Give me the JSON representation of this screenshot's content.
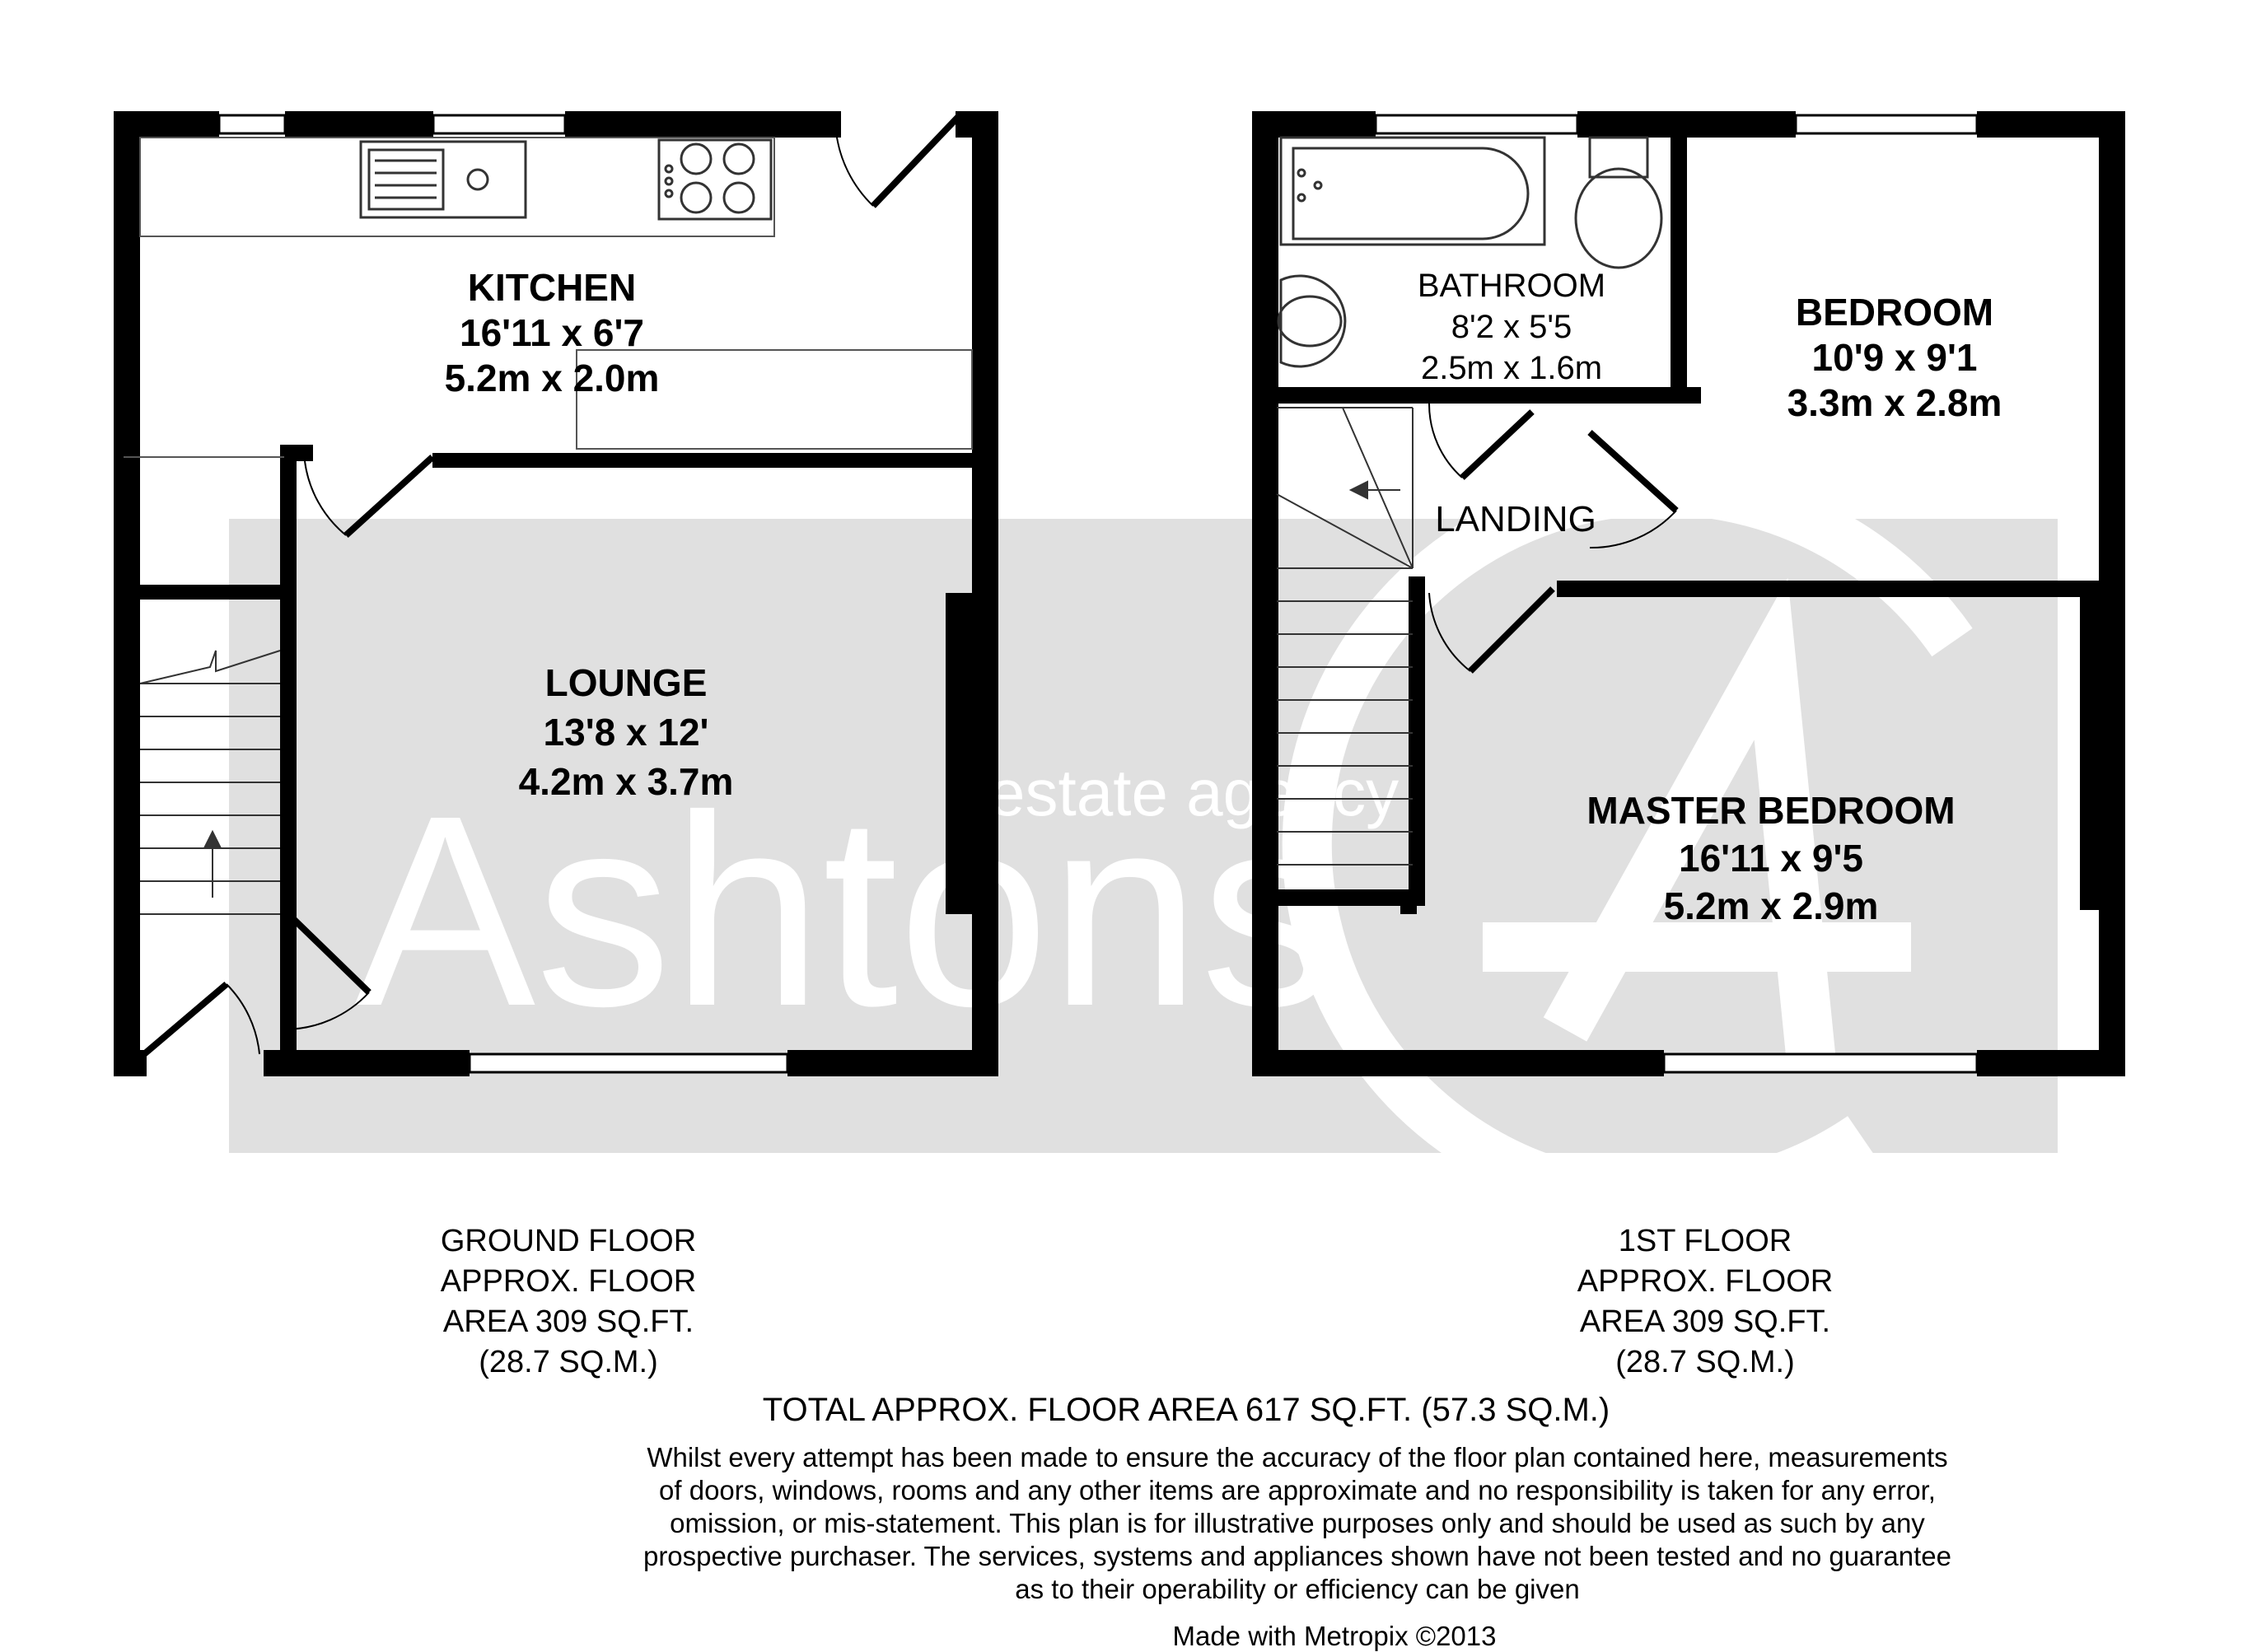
{
  "watermark": {
    "brand": "Ashtons",
    "tagline": "estate agency"
  },
  "ground_floor": {
    "rooms": [
      {
        "name": "KITCHEN",
        "size_imperial": "16'11 x 6'7",
        "size_metric": "5.2m x 2.0m"
      },
      {
        "name": "LOUNGE",
        "size_imperial": "13'8 x 12'",
        "size_metric": "4.2m x 3.7m"
      }
    ],
    "caption": [
      "GROUND FLOOR",
      "APPROX. FLOOR",
      "AREA 309 SQ.FT.",
      "(28.7 SQ.M.)"
    ]
  },
  "first_floor": {
    "rooms": [
      {
        "name": "BATHROOM",
        "size_imperial": "8'2 x 5'5",
        "size_metric": "2.5m x 1.6m"
      },
      {
        "name": "BEDROOM",
        "size_imperial": "10'9 x 9'1",
        "size_metric": "3.3m x 2.8m"
      },
      {
        "name": "LANDING"
      },
      {
        "name": "MASTER BEDROOM",
        "size_imperial": "16'11 x 9'5",
        "size_metric": "5.2m x 2.9m"
      }
    ],
    "caption": [
      "1ST FLOOR",
      "APPROX. FLOOR",
      "AREA 309 SQ.FT.",
      "(28.7 SQ.M.)"
    ]
  },
  "total_area": "TOTAL APPROX. FLOOR AREA 617 SQ.FT. (57.3 SQ.M.)",
  "disclaimer": [
    "Whilst every attempt has been made to ensure the accuracy of the floor plan contained here, measurements",
    "of doors, windows, rooms and any other items are approximate and no responsibility is taken for any error,",
    "omission, or mis-statement. This plan is for illustrative purposes only and should be used as such by any",
    "prospective purchaser. The services, systems and appliances shown have not been tested and no guarantee",
    "as to their operability or efficiency can be given"
  ],
  "credit": "Made with Metropix ©2013",
  "colors": {
    "wall": "#000000",
    "watermark_band": "#e0e0e0",
    "watermark_text": "#ffffff",
    "fixture_line": "#555555"
  }
}
